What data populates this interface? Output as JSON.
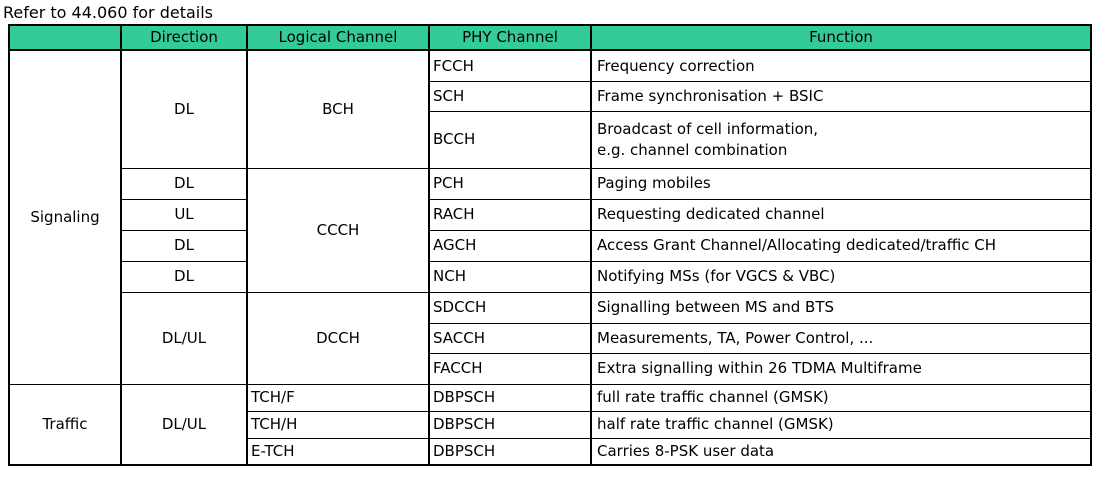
{
  "page": {
    "note": "Refer to 44.060 for details"
  },
  "colors": {
    "header_bg": "#33CC99",
    "grid": "#000000",
    "text": "#000000",
    "page_bg": "#FFFFFF"
  },
  "table": {
    "headers": {
      "category": "",
      "direction": "Direction",
      "logical": "Logical Channel",
      "phy": "PHY Channel",
      "function": "Function"
    },
    "rows": [
      {
        "category": "Signaling",
        "direction": "DL",
        "logical": "BCH",
        "phy": "FCCH",
        "function": "Frequency correction"
      },
      {
        "phy": "SCH",
        "function": "Frame synchronisation + BSIC"
      },
      {
        "phy": "BCCH",
        "function": "Broadcast of cell information,\ne.g. channel combination"
      },
      {
        "direction": "DL",
        "logical": "CCCH",
        "phy": "PCH",
        "function": "Paging mobiles"
      },
      {
        "direction": "UL",
        "phy": "RACH",
        "function": "Requesting dedicated channel"
      },
      {
        "direction": "DL",
        "phy": "AGCH",
        "function": "Access Grant Channel/Allocating dedicated/traffic CH"
      },
      {
        "direction": "DL",
        "phy": "NCH",
        "function": "Notifying MSs (for VGCS & VBC)"
      },
      {
        "direction": "DL/UL",
        "logical": "DCCH",
        "phy": "SDCCH",
        "function": "Signalling between MS and BTS"
      },
      {
        "phy": "SACCH",
        "function": "Measurements, TA, Power Control, ..."
      },
      {
        "phy": "FACCH",
        "function": "Extra signalling within 26 TDMA Multiframe"
      },
      {
        "category": "Traffic",
        "direction": "DL/UL",
        "logical": "TCH/F",
        "phy": "DBPSCH",
        "function": "full rate traffic channel (GMSK)"
      },
      {
        "logical": "TCH/H",
        "phy": "DBPSCH",
        "function": "half rate traffic channel (GMSK)"
      },
      {
        "logical": "E-TCH",
        "phy": "DBPSCH",
        "function": "Carries 8-PSK user data"
      }
    ]
  }
}
